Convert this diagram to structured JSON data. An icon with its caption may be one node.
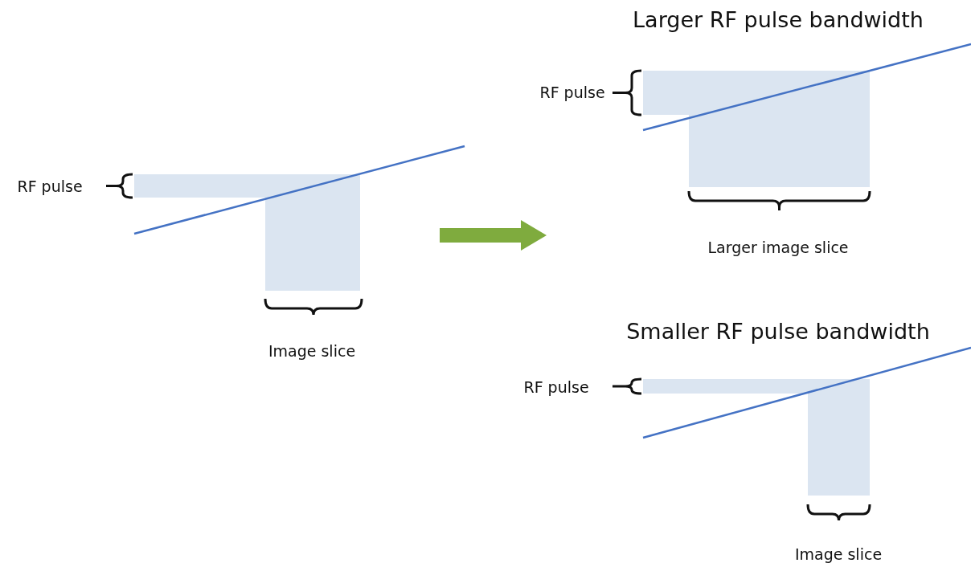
{
  "diagram": {
    "labels": [
      "Larger RF pulse bandwidth",
      "RF pulse",
      "RF pulse",
      "Larger image slice",
      "Smaller RF pulse bandwidth",
      "Image slice",
      "RF pulse",
      "Image slice"
    ]
  }
}
